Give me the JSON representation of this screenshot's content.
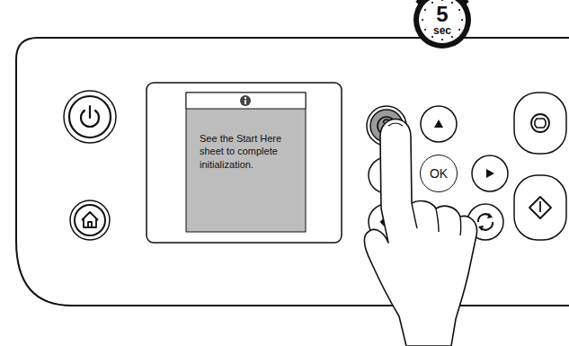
{
  "diagram": {
    "nodes": [
      {
        "text": [
          "5",
          "sec"
        ]
      },
      {
        "text": [
          "See the Start Here sheet to complete initialization."
        ]
      },
      {
        "text": [
          "OK"
        ]
      }
    ]
  }
}
